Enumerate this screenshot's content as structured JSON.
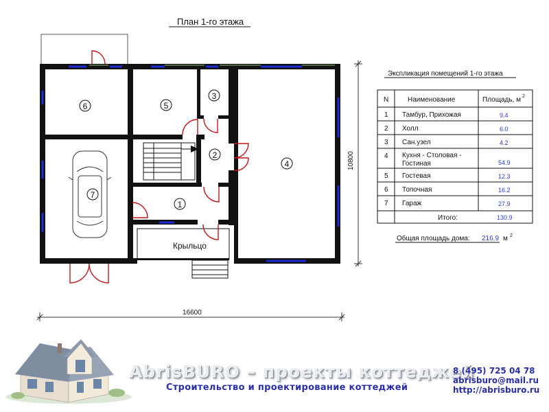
{
  "title": "План 1-го этажа",
  "rooms": [
    {
      "num": "1"
    },
    {
      "num": "2"
    },
    {
      "num": "3"
    },
    {
      "num": "4"
    },
    {
      "num": "5"
    },
    {
      "num": "6"
    },
    {
      "num": "7"
    }
  ],
  "porch_label": "Крыльцо",
  "dimensions": {
    "width": "16600",
    "height": "10800"
  },
  "table": {
    "caption": "Экспликация помещений 1-го этажа",
    "headers": {
      "n": "N",
      "name": "Наименование",
      "area": "Площадь, м",
      "area_sup": "2"
    },
    "rows": [
      {
        "n": "1",
        "name": "Тамбур, Прихожая",
        "area": "9.4"
      },
      {
        "n": "2",
        "name": "Холл",
        "area": "6.0"
      },
      {
        "n": "3",
        "name": "Сан.узел",
        "area": "4.2"
      },
      {
        "n": "4",
        "name": "Кухня - Столовая -",
        "name2": "Гостиная",
        "area": "54.9"
      },
      {
        "n": "5",
        "name": "Гостевая",
        "area": "12.3"
      },
      {
        "n": "6",
        "name": "Топочная",
        "area": "16.2"
      },
      {
        "n": "7",
        "name": "Гараж",
        "area": "27.9"
      }
    ],
    "total_label": "Итого:",
    "total_value": "130.9"
  },
  "total_area": {
    "label": "Общая площадь дома:",
    "value": "216.9",
    "unit": "м",
    "unit_sup": "2"
  },
  "brand": {
    "name": "AbrisBURO – проекты коттеджей",
    "tagline": "Строительство и проектирование коттеджей"
  },
  "contacts": {
    "phone": "8 (495) 725 04 78",
    "email": "abrisburo@mail.ru",
    "site": "http://abrisburo.ru"
  },
  "colors": {
    "wall": "#111111",
    "window": "#1e2ad8",
    "door": "#c4161c",
    "text_blue": "#2a3ccf"
  }
}
